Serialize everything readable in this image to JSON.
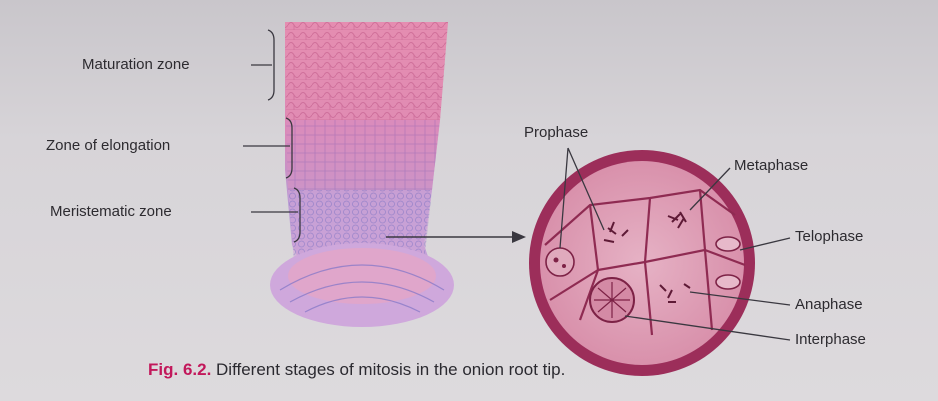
{
  "root_labels": {
    "maturation": "Maturation zone",
    "elongation": "Zone of elongation",
    "meristematic": "Meristematic zone"
  },
  "stage_labels": {
    "prophase": "Prophase",
    "metaphase": "Metaphase",
    "telophase": "Telophase",
    "anaphase": "Anaphase",
    "interphase": "Interphase"
  },
  "caption": {
    "fig_number": "Fig. 6.2.",
    "text": "Different stages of mitosis in the onion root tip."
  },
  "colors": {
    "root_pink": "#d9789e",
    "root_blue": "#8f8fd1",
    "cell_magenta": "#9c2e5a",
    "cell_fill": "#dc9cb3",
    "fig_accent": "#c2185b"
  }
}
